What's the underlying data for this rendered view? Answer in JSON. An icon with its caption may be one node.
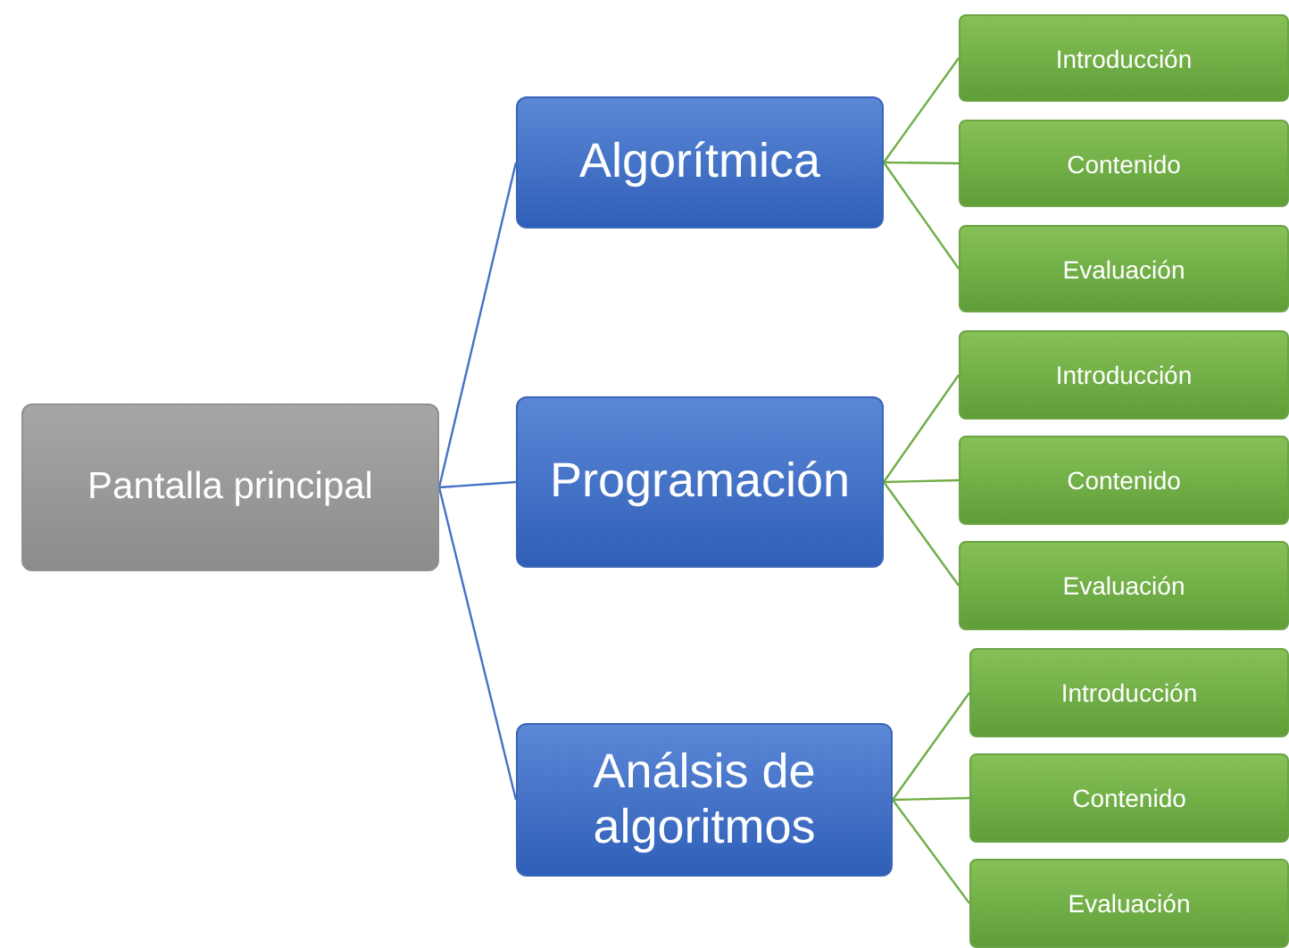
{
  "diagram": {
    "nodes": [
      {
        "text": [
          "Pantalla principal"
        ]
      },
      {
        "text": [
          "Algorítmica"
        ]
      },
      {
        "text": [
          "Introducción"
        ]
      },
      {
        "text": [
          "Contenido"
        ]
      },
      {
        "text": [
          "Evaluación"
        ]
      },
      {
        "text": [
          "Programación"
        ]
      },
      {
        "text": [
          "Introducción"
        ]
      },
      {
        "text": [
          "Contenido"
        ]
      },
      {
        "text": [
          "Evaluación"
        ]
      },
      {
        "text": [
          "Análsis de algoritmos"
        ]
      },
      {
        "text": [
          "Introducción"
        ]
      },
      {
        "text": [
          "Contenido"
        ]
      },
      {
        "text": [
          "Evaluación"
        ]
      }
    ],
    "edges": [
      {
        "from": 0,
        "to": 1,
        "arrow": "none",
        "color": "#4472c4"
      },
      {
        "from": 0,
        "to": 5,
        "arrow": "none",
        "color": "#4472c4"
      },
      {
        "from": 0,
        "to": 9,
        "arrow": "none",
        "color": "#4472c4"
      },
      {
        "from": 1,
        "to": 2,
        "arrow": "none"
      },
      {
        "from": 1,
        "to": 3,
        "arrow": "none"
      },
      {
        "from": 1,
        "to": 4,
        "arrow": "none"
      },
      {
        "from": 5,
        "to": 6,
        "arrow": "none"
      },
      {
        "from": 5,
        "to": 7,
        "arrow": "none"
      },
      {
        "from": 5,
        "to": 8,
        "arrow": "none"
      },
      {
        "from": 9,
        "to": 10,
        "arrow": "none"
      },
      {
        "from": 9,
        "to": 11,
        "arrow": "none"
      },
      {
        "from": 9,
        "to": 12,
        "arrow": "none"
      }
    ]
  }
}
